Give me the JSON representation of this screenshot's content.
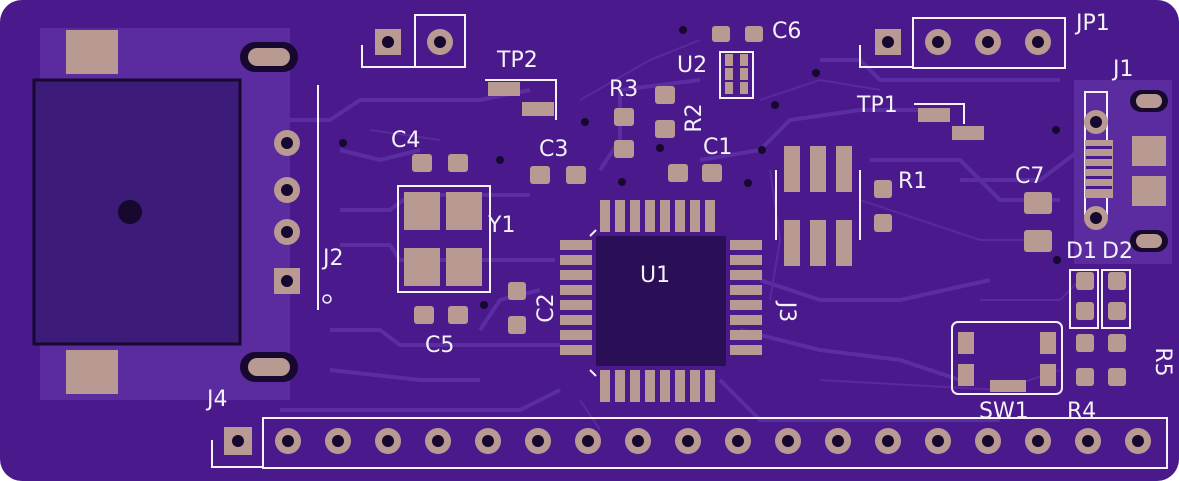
{
  "board": {
    "board_color": "#4a1a8c",
    "trace_color": "#5a2ca0",
    "pad_color": "#b89a93",
    "silk_color": "#f4f1f8"
  },
  "labels": {
    "tp2": "TP2",
    "c6": "C6",
    "u2": "U2",
    "jp1": "JP1",
    "j1": "J1",
    "r3": "R3",
    "r2": "R2",
    "tp1": "TP1",
    "c4": "C4",
    "c3": "C3",
    "c1": "C1",
    "r1": "R1",
    "c7": "C7",
    "y1": "Y1",
    "u1": "U1",
    "j2": "J2",
    "d1": "D1",
    "d2": "D2",
    "c2": "C2",
    "j3": "J3",
    "c5": "C5",
    "r5": "R5",
    "j4": "J4",
    "sw1": "SW1",
    "r4": "R4"
  }
}
